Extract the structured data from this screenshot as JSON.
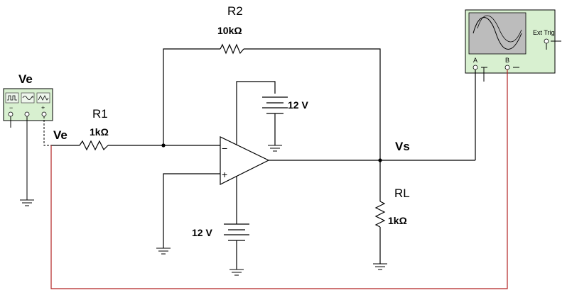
{
  "components": {
    "source": {
      "title": "Ve",
      "node_label": "Ve"
    },
    "r1": {
      "name": "R1",
      "value": "1kΩ"
    },
    "r2": {
      "name": "R2",
      "value": "10kΩ"
    },
    "rl": {
      "name": "RL",
      "value": "1kΩ"
    },
    "battery_top": {
      "value": "12 V"
    },
    "battery_bottom": {
      "value": "12 V"
    },
    "opamp": {
      "inverting": "−",
      "noninverting": "+"
    },
    "output_node": {
      "label": "Vs"
    },
    "oscilloscope": {
      "ext_trig": "Ext Trig",
      "channel_a": "A",
      "channel_b": "B"
    }
  },
  "colors": {
    "wire": "#000000",
    "probe_wire": "#b22222",
    "instrument_body": "#d8f0d0",
    "screen": "#bcbcbc"
  }
}
